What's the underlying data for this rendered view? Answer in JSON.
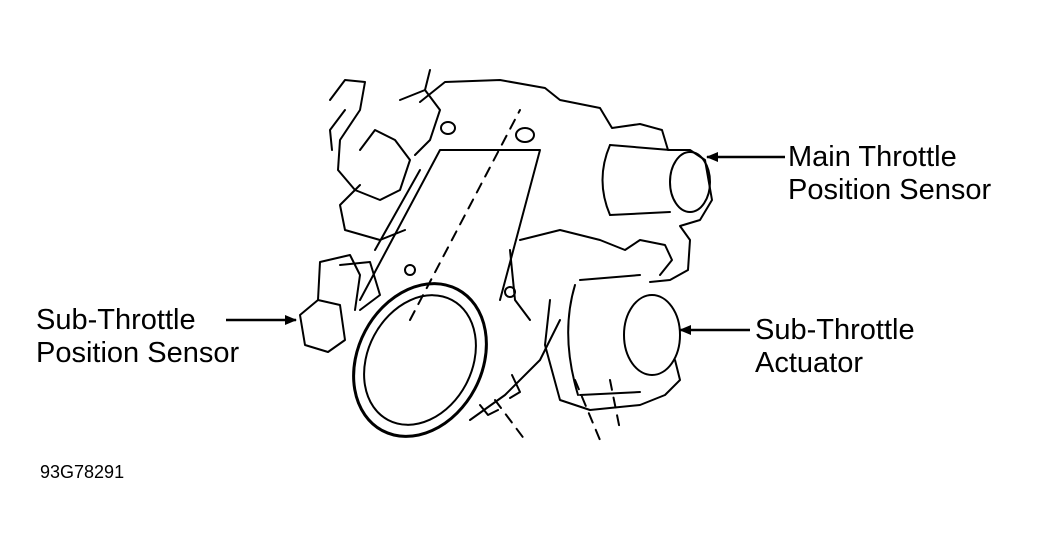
{
  "figure_id": "93G78291",
  "callouts": {
    "main_tps": {
      "line1": "Main Throttle",
      "line2": "Position Sensor"
    },
    "sub_tps": {
      "line1": "Sub-Throttle",
      "line2": "Position Sensor"
    },
    "sub_actuator": {
      "line1": "Sub-Throttle",
      "line2": "Actuator"
    }
  },
  "colors": {
    "ink": "#000000",
    "paper": "#ffffff"
  }
}
